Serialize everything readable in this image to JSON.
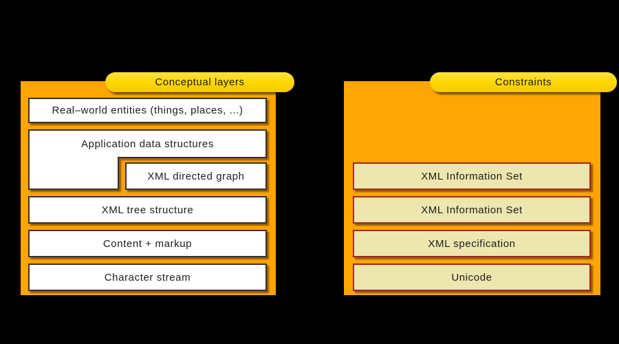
{
  "colors": {
    "panel_orange": "#FFA505",
    "pill_yellow": "#FFD700",
    "box_white": "#FFFFFF",
    "box_border_dark": "#333333",
    "box_beige": "#EDE6AE",
    "box_beige_border": "#9E2A25",
    "text_dark": "#1B1B1B",
    "bg": "#000000"
  },
  "left_panel": {
    "pill_label": "Conceptual layers",
    "layers": [
      {
        "label": "Real–world entities (things, places, ...)"
      },
      {
        "label": "Application data structures"
      },
      {
        "label": "XML directed graph"
      },
      {
        "label": "XML tree structure"
      },
      {
        "label": "Content + markup"
      },
      {
        "label": "Character stream"
      }
    ]
  },
  "right_panel": {
    "pill_label": "Constraints",
    "constraints": [
      {
        "label": "XML Information Set"
      },
      {
        "label": "XML Information Set"
      },
      {
        "label": "XML specification"
      },
      {
        "label": "Unicode"
      }
    ]
  }
}
